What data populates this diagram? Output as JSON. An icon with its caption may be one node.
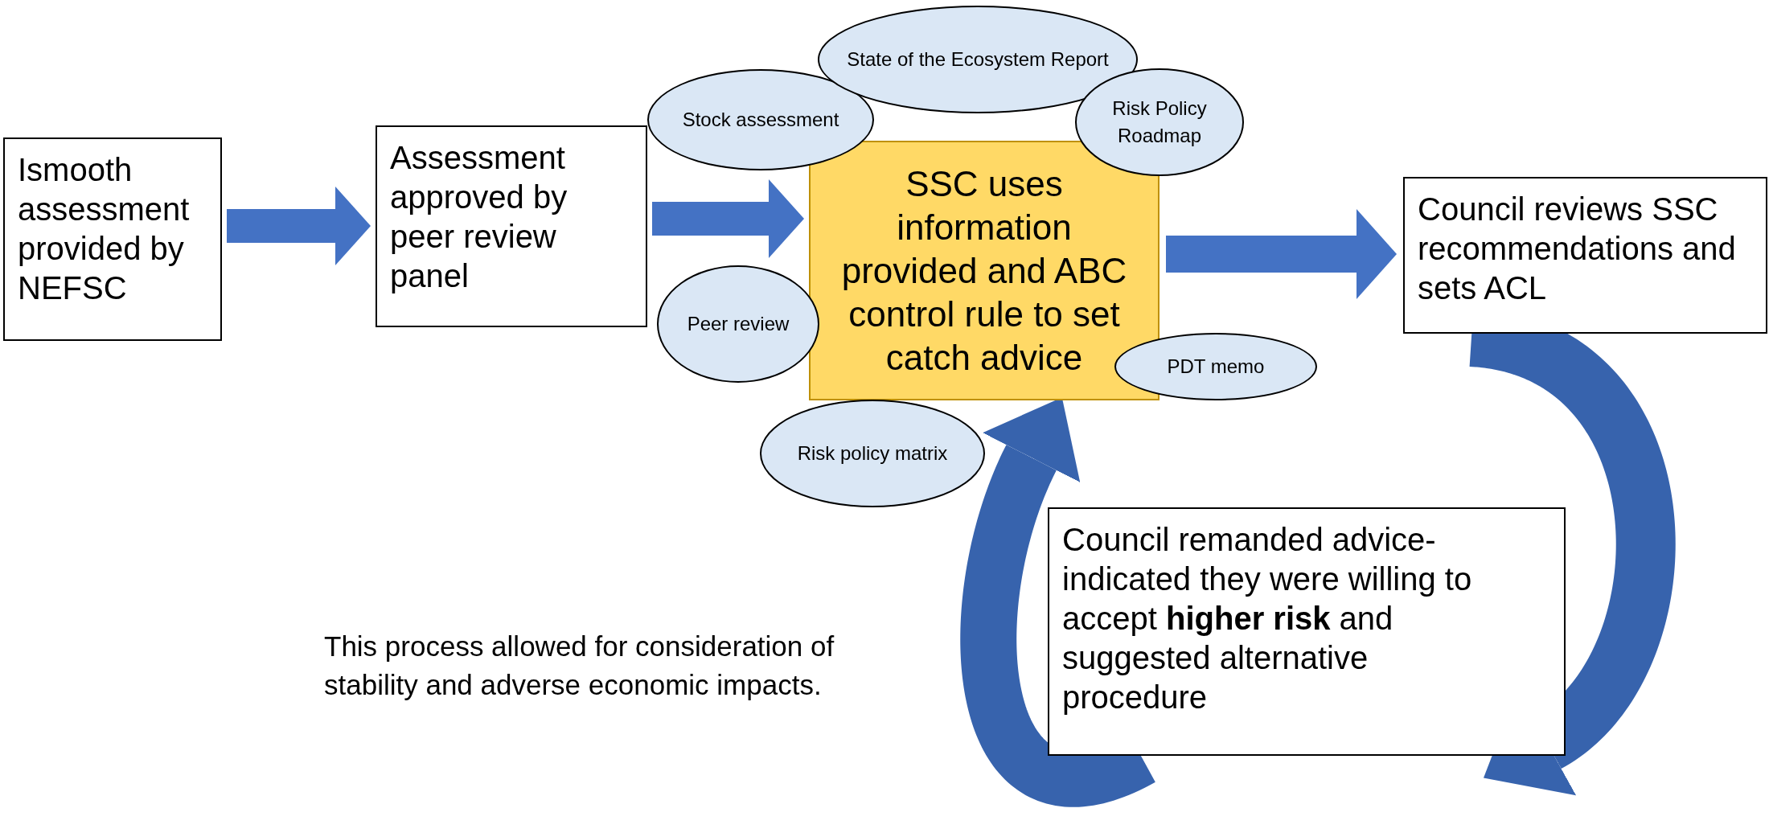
{
  "diagram": {
    "nodes": [
      {
        "text": [
          "Ismooth assessment provided by NEFSC"
        ]
      },
      {
        "text": [
          "Assessment approved by peer review panel"
        ]
      },
      {
        "text": [
          "SSC uses information provided and ABC control rule to set catch advice"
        ]
      },
      {
        "text": [
          "Council reviews SSC recommendations and sets ACL"
        ]
      },
      {
        "text": [
          "Council remanded advice- indicated they were willing to accept **higher risk** and suggested alternative procedure"
        ]
      },
      {
        "text": [
          "Stock assessment"
        ]
      },
      {
        "text": [
          "State of the Ecosystem Report"
        ]
      },
      {
        "text": [
          "Risk Policy Roadmap"
        ]
      },
      {
        "text": [
          "Peer review"
        ]
      },
      {
        "text": [
          "PDT memo"
        ]
      },
      {
        "text": [
          "Risk policy matrix"
        ]
      }
    ],
    "edges": [
      {
        "from": 0,
        "to": 1,
        "arrow": "to"
      },
      {
        "from": 1,
        "to": 2,
        "arrow": "to"
      },
      {
        "from": 2,
        "to": 3,
        "arrow": "to"
      },
      {
        "from": 3,
        "to": 4,
        "arrow": "to"
      },
      {
        "from": 4,
        "to": 2,
        "arrow": "to"
      }
    ],
    "labels": [
      "This process allowed for consideration of stability and adverse economic impacts."
    ]
  }
}
